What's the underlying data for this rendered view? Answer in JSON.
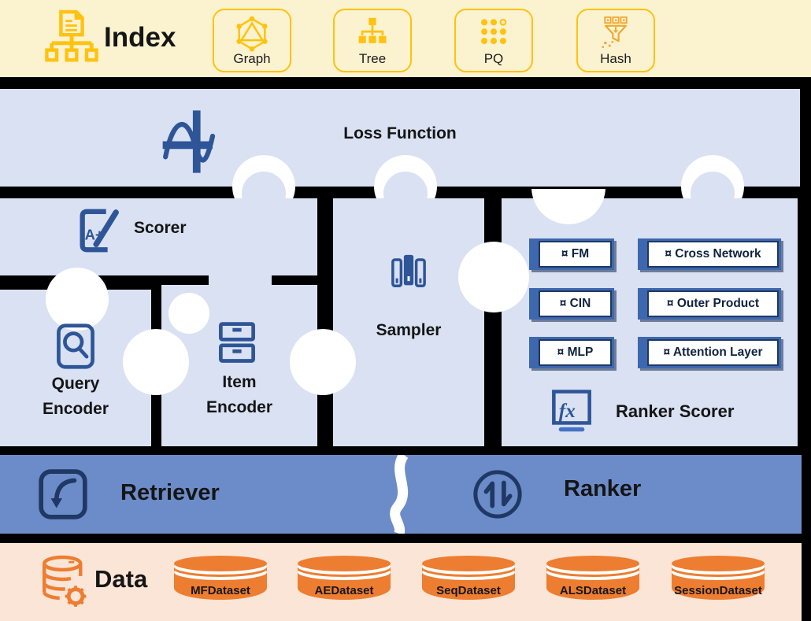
{
  "colors": {
    "background": "#000000",
    "index_bg": "#FBF2D0",
    "index_accent": "#FFC20E",
    "module_bg": "#D9E1F2",
    "module_icon_blue": "#2E5597",
    "chip_border": "#1F3864",
    "chip_bar": "#3E68AE",
    "pipeline_bg": "#6C8CC9",
    "pipeline_icon_navy": "#1F3864",
    "data_bg": "#FBE5D6",
    "data_accent": "#ED7D31"
  },
  "index_layer": {
    "title": "Index",
    "icon": "index-sitemap-icon",
    "items": [
      {
        "label": "Graph",
        "icon": "graph-network-icon"
      },
      {
        "label": "Tree",
        "icon": "tree-hierarchy-icon"
      },
      {
        "label": "PQ",
        "icon": "dot-grid-icon"
      },
      {
        "label": "Hash",
        "icon": "hash-funnel-icon"
      }
    ]
  },
  "loss_layer": {
    "title": "Loss Function",
    "icon": "sine-wave-icon"
  },
  "middle_layer": {
    "scorer": {
      "title": "Scorer",
      "icon": "grade-document-icon",
      "icon_glyph": "A+"
    },
    "query_encoder": {
      "line1": "Query",
      "line2": "Encoder",
      "icon": "magnifier-icon"
    },
    "item_encoder": {
      "line1": "Item",
      "line2": "Encoder",
      "icon": "storage-boxes-icon"
    },
    "sampler": {
      "title": "Sampler",
      "icon": "binders-icon"
    },
    "ranker_panel": {
      "modules": [
        "¤ FM",
        "¤ Cross Network",
        "¤ CIN",
        "¤ Outer Product",
        "¤ MLP",
        "¤ Attention Layer"
      ],
      "ranker_scorer": {
        "title": "Ranker Scorer",
        "icon": "fx-monitor-icon",
        "icon_glyph": "fx"
      }
    }
  },
  "pipeline_layer": {
    "retriever": {
      "title": "Retriever",
      "icon": "curved-arrow-icon"
    },
    "ranker": {
      "title": "Ranker",
      "icon": "sort-arrows-icon"
    }
  },
  "data_layer": {
    "title": "Data",
    "icon": "database-gear-icon",
    "datasets": [
      "MFDataset",
      "AEDataset",
      "SeqDataset",
      "ALSDataset",
      "SessionDataset"
    ]
  }
}
